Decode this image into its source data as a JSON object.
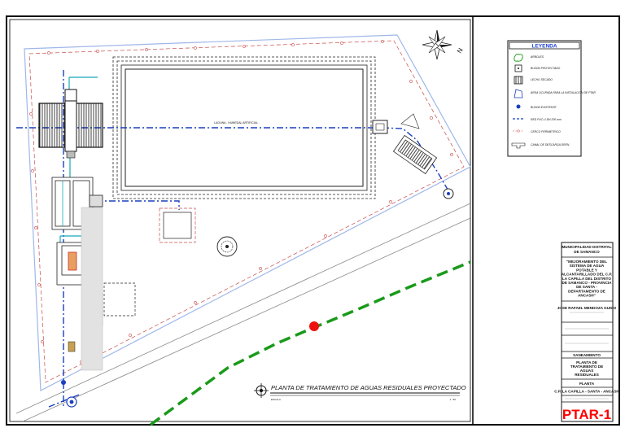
{
  "drawing": {
    "title": "PLANTA DE TRATAMIENTO DE AGUAS RESIDUALES PROYECTADO",
    "scale_note": "ESCALA",
    "scale_value": "1 : 50",
    "lagoon_label": "LAGUNA - HUMEDAL ARTIFICIAL",
    "compass_label": "N"
  },
  "legend": {
    "title": "LEYENDA",
    "items": [
      {
        "icon": "tree-icon",
        "label": "ARBOLES"
      },
      {
        "icon": "square-point-icon",
        "label": "BUZON PROYECTADO"
      },
      {
        "icon": "grid-box-icon",
        "label": "LECHO SECADO"
      },
      {
        "icon": "trapezoid-icon",
        "label": "AREA OCUPADA PARA LA INSTALACION DE PTAR"
      },
      {
        "icon": "manhole-icon",
        "label": "BUZON EXISTENTE"
      },
      {
        "icon": "dashed-pipe-icon",
        "label": "RED PVC-U DN 200 mm"
      },
      {
        "icon": "fence-line-icon",
        "label": "CERCO PERIMETRICO"
      },
      {
        "icon": "channel-icon",
        "label": "CANAL DE DESCARGA DREN"
      }
    ]
  },
  "title_block": {
    "org": [
      "MUNICIPALIDAD DISTRITAL",
      "DE SAMANCO"
    ],
    "project": [
      "\"MEJORAMIENTO DEL",
      "SISTEMA DE AGUA",
      "POTABLE Y",
      "ALCANTARILLADO DEL C.P.",
      "LA CAPILLA DEL DISTRITO",
      "DE SAMANCO - PROVINCIA",
      "DE SANTA -",
      "DEPARTAMENTO DE",
      "ANCASH\""
    ],
    "engineer": "JOSE RAFAEL MENDOZA GUIDO",
    "specialty": "SANEAMIENTO",
    "plan_title": [
      "PLANTA DE",
      "TRATAMIENTO DE",
      "AGUAS",
      "RESIDUALES"
    ],
    "view": "PLANTA",
    "location": "C.P. LA CAPILLA - SANTA - ANCASH",
    "sheet_code": "PTAR-1"
  },
  "colors": {
    "accent_red": "#ff0000",
    "legend_title": "#1a3fd0",
    "pipe_blue": "#1a3fbf",
    "green_line": "#1a9a1a",
    "cyan": "#16a8b8",
    "fence_red": "#c84b4b"
  }
}
